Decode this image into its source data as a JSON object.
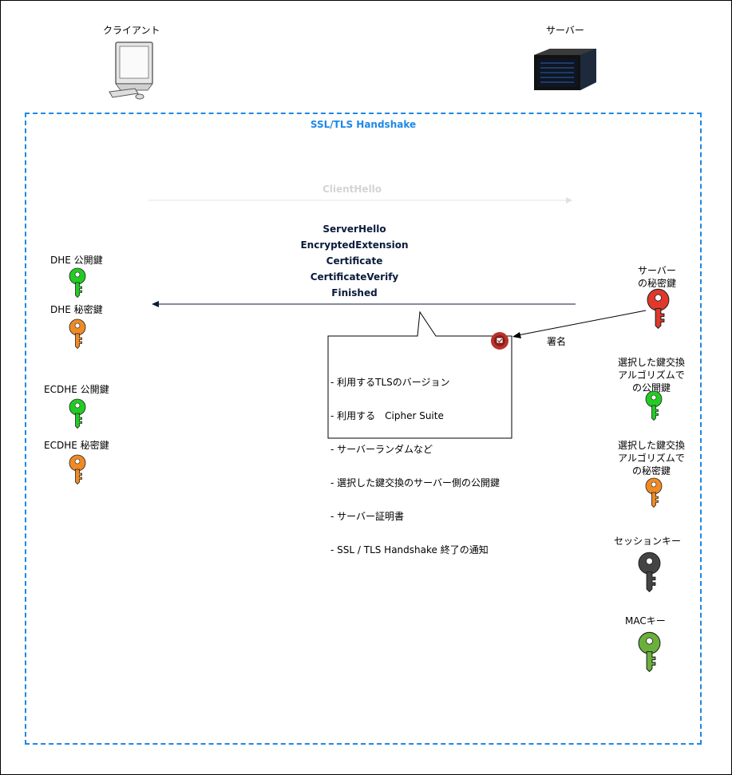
{
  "client": {
    "label": "クライアント",
    "icon": "desktop-computer-icon"
  },
  "server": {
    "label": "サーバー",
    "icon": "server-rack-icon"
  },
  "handshake": {
    "title": "SSL/TLS Handshake",
    "border_color": "#1e88e5"
  },
  "messages": {
    "client_hello": "ClientHello",
    "server_msgs": [
      "ServerHello",
      "EncryptedExtension",
      "Certificate",
      "CertificateVerify",
      "Finished"
    ]
  },
  "signature_label": "署名",
  "callout": {
    "lines": [
      "- 利用するTLSのバージョン",
      "- 利用する　Cipher Suite",
      "- サーバーランダムなど",
      "- 選択した鍵交換のサーバー側の公開鍵",
      "- サーバー証明書",
      "- SSL / TLS Handshake 終了の通知"
    ]
  },
  "client_keys": [
    {
      "label": "DHE 公開鍵",
      "color": "#22cc22"
    },
    {
      "label": "DHE 秘密鍵",
      "color": "#f08a24"
    },
    {
      "label": "ECDHE 公開鍵",
      "color": "#22cc22"
    },
    {
      "label": "ECDHE 秘密鍵",
      "color": "#f08a24"
    }
  ],
  "server_keys": {
    "private_key": {
      "label": "サーバー\nの秘密鍵",
      "color": "#e0382a"
    },
    "kex_public": {
      "label": "選択した鍵交換\nアルゴリズムで\nの公開鍵",
      "color": "#22cc22"
    },
    "kex_private": {
      "label": "選択した鍵交換\nアルゴリズムで\nの秘密鍵",
      "color": "#f08a24"
    },
    "session_key": {
      "label": "セッションキー",
      "color": "#444444"
    },
    "mac_key": {
      "label": "MACキー",
      "color": "#6ab03a"
    }
  }
}
